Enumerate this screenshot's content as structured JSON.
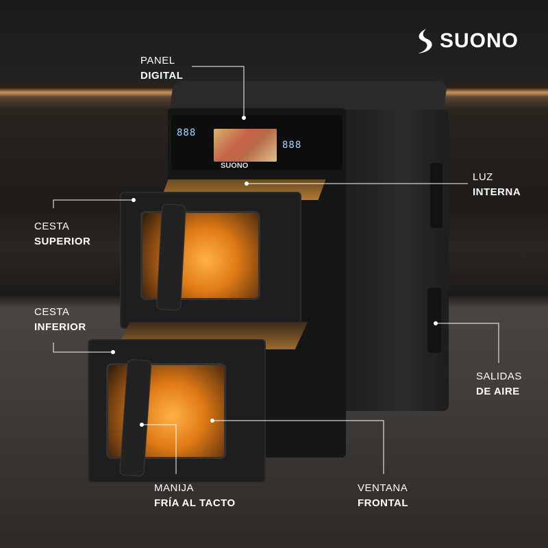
{
  "brand": {
    "name": "SUONO"
  },
  "device": {
    "panel_brand": "SUONO",
    "left_display": "888",
    "right_display": "888"
  },
  "callouts": [
    {
      "id": "panel",
      "line1": "PANEL",
      "line2": "DIGITAL"
    },
    {
      "id": "luz",
      "line1": "LUZ",
      "line2": "INTERNA"
    },
    {
      "id": "cesta-sup",
      "line1": "CESTA",
      "line2": "SUPERIOR"
    },
    {
      "id": "cesta-inf",
      "line1": "CESTA",
      "line2": "INFERIOR"
    },
    {
      "id": "salidas",
      "line1": "SALIDAS",
      "line2": "DE AIRE"
    },
    {
      "id": "manija",
      "line1": "MANIJA",
      "line2": "FRÍA AL TACTO"
    },
    {
      "id": "ventana",
      "line1": "VENTANA",
      "line2": "FRONTAL"
    }
  ]
}
